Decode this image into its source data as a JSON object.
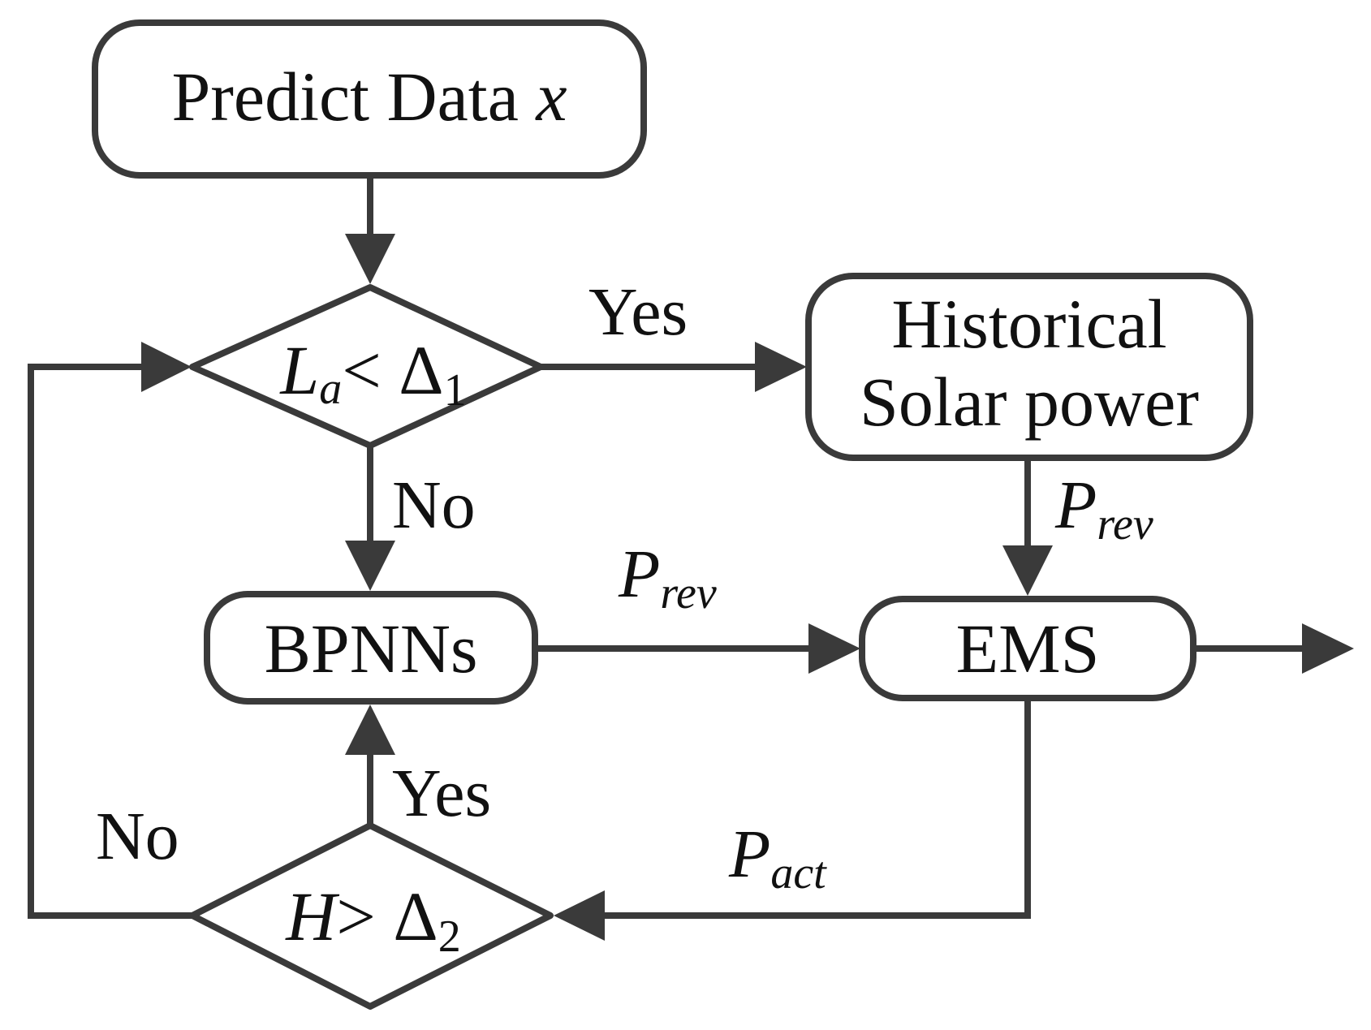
{
  "nodes": {
    "predict": {
      "text": "Predict Data ",
      "var": "x"
    },
    "decision1": {
      "var": "L",
      "sub": "a",
      "op": "< Δ",
      "idx": "1"
    },
    "historical": {
      "line1": "Historical",
      "line2": "Solar power"
    },
    "bpnns": {
      "text": "BPNNs"
    },
    "ems": {
      "text": "EMS"
    },
    "decision2": {
      "var": "H",
      "op": "> Δ",
      "idx": "2"
    }
  },
  "edges": {
    "d1_yes": "Yes",
    "d1_no": "No",
    "d2_yes": "Yes",
    "d2_no": "No",
    "hist_to_ems": {
      "var": "P",
      "sub": "rev"
    },
    "bpnn_to_ems": {
      "var": "P",
      "sub": "rev"
    },
    "ems_to_d2": {
      "var": "P",
      "sub": "act"
    }
  },
  "colors": {
    "stroke": "#3a3a3a",
    "arrow": "#3a3a3a",
    "text": "#111111"
  }
}
